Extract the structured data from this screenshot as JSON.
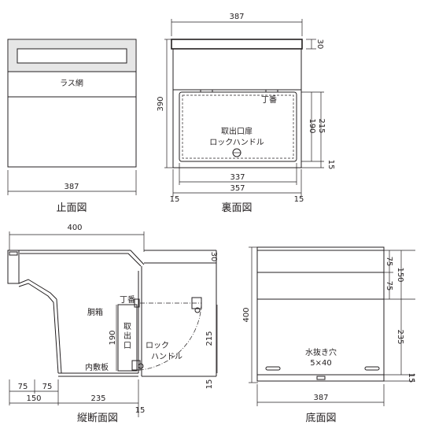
{
  "views": {
    "front": {
      "title": "止面図",
      "mesh_label": "ラス網",
      "width": "387"
    },
    "back": {
      "title": "裏面図",
      "width": "387",
      "height": "390",
      "top_band": "30",
      "hinge_label": "丁番",
      "door_label_1": "取出口扉",
      "door_label_2": "ロックハンドル",
      "dim_190": "190",
      "dim_215": "215",
      "dim_15_right": "15",
      "inner_337": "337",
      "inner_357": "357",
      "margin_left": "15",
      "margin_right": "15"
    },
    "section": {
      "title": "縦断面図",
      "width": "400",
      "top_band": "30",
      "box_label": "胴箱",
      "hinge_label": "丁番",
      "door_label_a": "取",
      "door_label_b": "出",
      "door_label_c": "口",
      "lock_label_1": "ロック",
      "lock_label_2": "ハンドル",
      "dim_190": "190",
      "dim_215": "215",
      "dim_15_bottom": "15",
      "inner_plate": "内敷板",
      "dim_75_a": "75",
      "dim_75_b": "75",
      "dim_150": "150",
      "dim_235": "235",
      "dim_15_corner": "15"
    },
    "bottom": {
      "title": "底面図",
      "width": "387",
      "height": "400",
      "dim_75_a": "75",
      "dim_75_b": "75",
      "dim_150": "150",
      "dim_235": "235",
      "dim_15": "15",
      "drain_label": "水抜き穴",
      "drain_size": "5×40"
    }
  }
}
